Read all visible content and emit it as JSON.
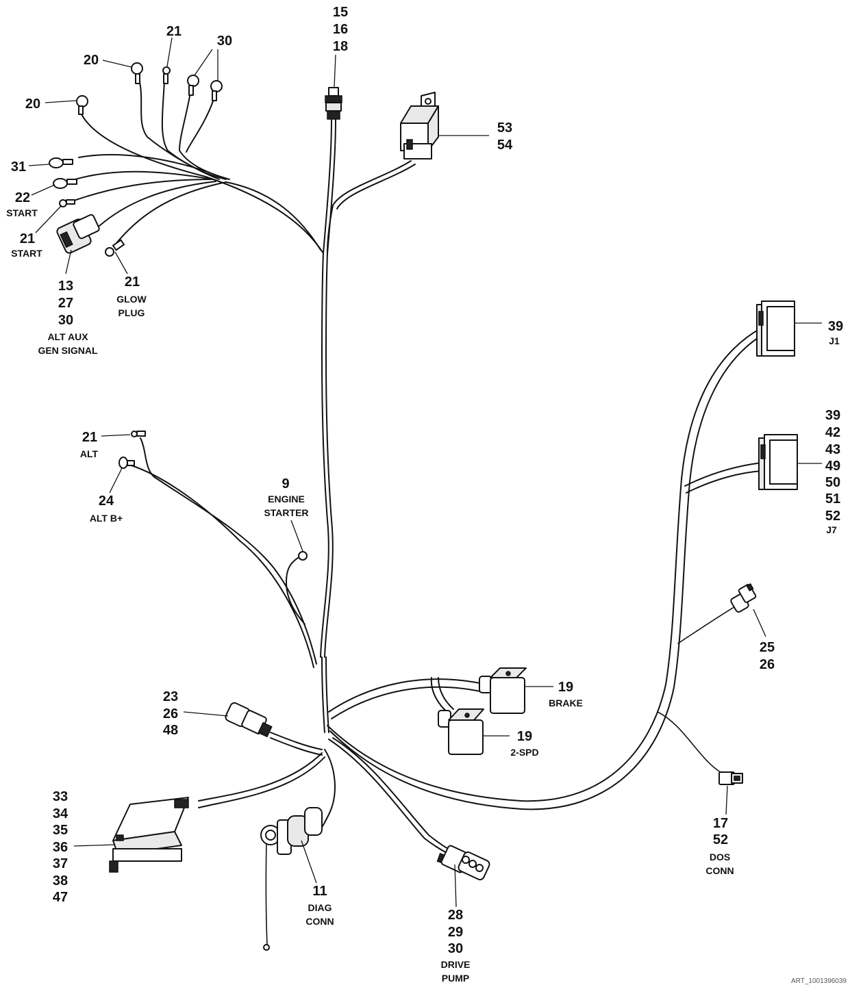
{
  "callouts": {
    "ring_20_top": {
      "numbers": [
        "20"
      ],
      "caption": []
    },
    "ring_20_left": {
      "numbers": [
        "20"
      ],
      "caption": []
    },
    "ring_21_top": {
      "numbers": [
        "21"
      ],
      "caption": []
    },
    "rings_30": {
      "numbers": [
        "30"
      ],
      "caption": []
    },
    "relay_top": {
      "numbers": [
        "15",
        "16",
        "18"
      ],
      "caption": []
    },
    "relay_53": {
      "numbers": [
        "53",
        "54"
      ],
      "caption": []
    },
    "ring_31": {
      "numbers": [
        "31"
      ],
      "caption": []
    },
    "ring_22_start": {
      "numbers": [
        "22"
      ],
      "caption": [
        "START"
      ]
    },
    "ring_21_start": {
      "numbers": [
        "21"
      ],
      "caption": [
        "START"
      ]
    },
    "glow_plug": {
      "numbers": [
        "21"
      ],
      "caption": [
        "GLOW",
        "PLUG"
      ]
    },
    "alt_aux": {
      "numbers": [
        "13",
        "27",
        "30"
      ],
      "caption": [
        "ALT AUX",
        "GEN SIGNAL"
      ]
    },
    "j1": {
      "numbers": [
        "39"
      ],
      "caption": [
        "J1"
      ]
    },
    "j7": {
      "numbers": [
        "39",
        "42",
        "43",
        "49",
        "50",
        "51",
        "52"
      ],
      "caption": [
        "J7"
      ]
    },
    "alt": {
      "numbers": [
        "21"
      ],
      "caption": [
        "ALT"
      ]
    },
    "alt_b": {
      "numbers": [
        "24"
      ],
      "caption": [
        "ALT B+"
      ]
    },
    "starter": {
      "numbers": [
        "9"
      ],
      "caption": [
        "ENGINE",
        "STARTER"
      ]
    },
    "conn_25": {
      "numbers": [
        "25",
        "26"
      ],
      "caption": []
    },
    "brake": {
      "numbers": [
        "19"
      ],
      "caption": [
        "BRAKE"
      ]
    },
    "spd": {
      "numbers": [
        "19"
      ],
      "caption": [
        "2-SPD"
      ]
    },
    "conn_23": {
      "numbers": [
        "23",
        "26",
        "48"
      ],
      "caption": []
    },
    "ecu": {
      "numbers": [
        "33",
        "34",
        "35",
        "36",
        "37",
        "38",
        "47"
      ],
      "caption": []
    },
    "diag": {
      "numbers": [
        "11"
      ],
      "caption": [
        "DIAG",
        "CONN"
      ]
    },
    "drive_pump": {
      "numbers": [
        "28",
        "29",
        "30"
      ],
      "caption": [
        "DRIVE",
        "PUMP"
      ]
    },
    "dos": {
      "numbers": [
        "17",
        "52"
      ],
      "caption": [
        "DOS",
        "CONN"
      ]
    }
  },
  "figure_ref": "ART_1001396039"
}
